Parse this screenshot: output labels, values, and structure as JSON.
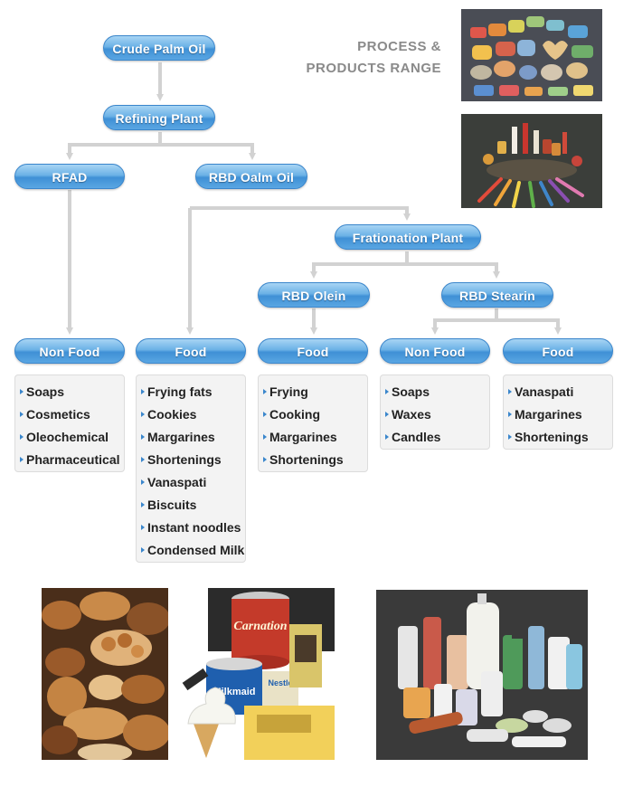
{
  "heading": {
    "line1": "PROCESS &",
    "line2": "PRODUCTS RANGE"
  },
  "nodes": {
    "crude": "Crude Palm Oil",
    "refining": "Refining Plant",
    "rfad": "RFAD",
    "rbd_oalm": "RBD Oalm Oil",
    "fration": "Frationation Plant",
    "olein": "RBD Olein",
    "stearin": "RBD Stearin",
    "nonfood1": "Non Food",
    "food1": "Food",
    "food2": "Food",
    "nonfood2": "Non Food",
    "food3": "Food"
  },
  "lists": {
    "nonfood1": [
      "Soaps",
      "Cosmetics",
      "Oleochemical",
      "Pharmaceutical"
    ],
    "food1": [
      "Frying fats",
      "Cookies",
      "Margarines",
      "Shortenings",
      "Vanaspati",
      "Biscuits",
      "Instant noodles",
      "Condensed Milk"
    ],
    "food2": [
      "Frying",
      "Cooking",
      "Margarines",
      "Shortenings"
    ],
    "nonfood2": [
      "Soaps",
      "Waxes",
      "Candles"
    ],
    "food3": [
      "Vanaspati",
      "Margarines",
      "Shortenings"
    ]
  },
  "photos": {
    "soap_bars": "soap-bars-photo",
    "candles": "candles-photo",
    "bakery": "bakery-photo",
    "milk_cans": "condensed-milk-photo",
    "cosmetics": "cosmetics-photo"
  },
  "product_labels": {
    "can_brand": "Carnation",
    "can2_brand": "Milkmaid",
    "nestle": "Nestle"
  },
  "colors": {
    "pill_top": "#a8d4f4",
    "pill_bottom": "#3f90d6",
    "connector": "#d2d2d2",
    "bullet": "#3a86cc"
  }
}
